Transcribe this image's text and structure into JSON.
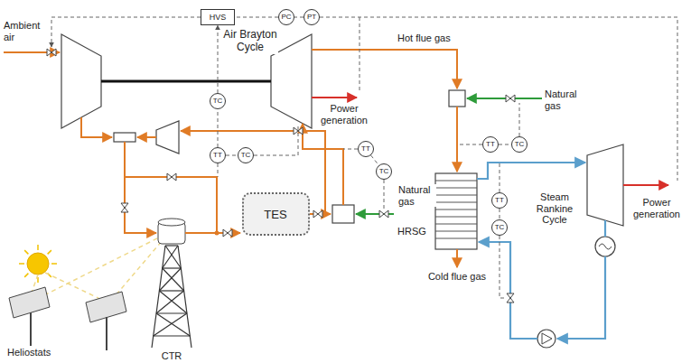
{
  "diagram": {
    "nodes": [
      {
        "text": [
          "HVS"
        ]
      },
      {
        "text": [
          "PC"
        ]
      },
      {
        "text": [
          "PT"
        ]
      },
      {
        "text": [
          "TC"
        ]
      },
      {
        "text": [
          "TT"
        ]
      },
      {
        "text": [
          "TC"
        ]
      },
      {
        "text": [
          "TES"
        ]
      },
      {
        "text": [
          "TT"
        ]
      },
      {
        "text": [
          "TC"
        ]
      },
      {
        "text": [
          "TT"
        ]
      },
      {
        "text": [
          "TC"
        ]
      },
      {
        "text": [
          "TT"
        ]
      },
      {
        "text": [
          "TC"
        ]
      }
    ],
    "edges": [
      {
        "from": 2,
        "to": 1,
        "arrow": "none"
      },
      {
        "from": 1,
        "to": 0,
        "arrow": "none"
      },
      {
        "from": 3,
        "to": 0,
        "arrow": "to"
      },
      {
        "from": 4,
        "to": 3,
        "arrow": "none"
      },
      {
        "from": 4,
        "to": 5,
        "arrow": "none"
      },
      {
        "from": 7,
        "to": 8,
        "arrow": "none"
      },
      {
        "from": 9,
        "to": 10,
        "arrow": "none"
      },
      {
        "from": 11,
        "to": 12,
        "arrow": "none"
      }
    ],
    "labels": [
      "Ambient air",
      "Air Brayton Cycle",
      "Hot flue gas",
      "Power generation",
      "Natural gas",
      "Natural gas",
      "HRSG",
      "Steam Rankine Cycle",
      "Power generation",
      "Cold flue gas",
      "Heliostats",
      "CTR"
    ]
  }
}
